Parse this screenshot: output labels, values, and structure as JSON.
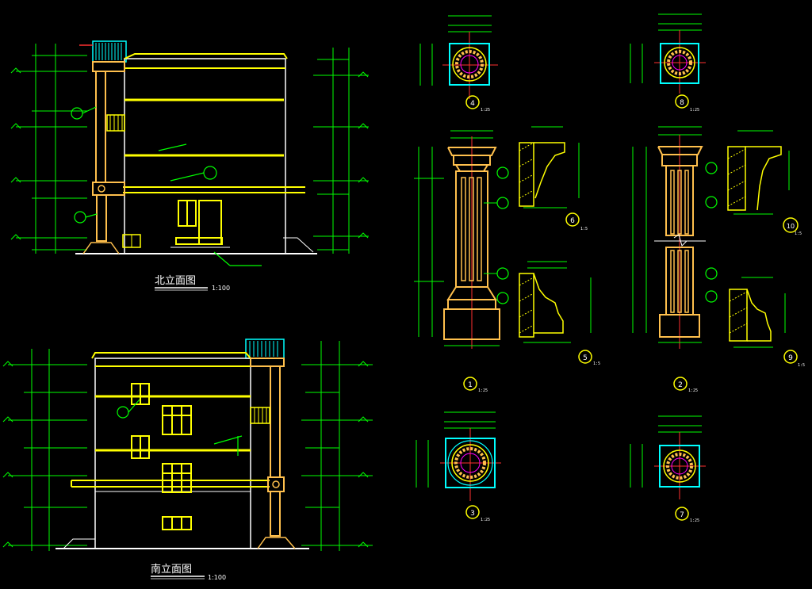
{
  "colors": {
    "background": "#000000",
    "dimension_green": "#00ff00",
    "outline_yellow": "#ffff00",
    "column_orange": "#ffc04d",
    "wall_white": "#ffffff",
    "tile_cyan": "#00ffff",
    "axis_red": "#ff3030",
    "accent_magenta": "#ff00ff"
  },
  "elevations": {
    "top": {
      "title": "北立面图",
      "scale": "1:100"
    },
    "bottom": {
      "title": "南立面图",
      "scale": "1:100"
    }
  },
  "details": {
    "col_1": {
      "num": "1",
      "scale": "1:25"
    },
    "col_2": {
      "num": "2",
      "scale": "1:25"
    },
    "sec_3": {
      "num": "3",
      "scale": "1:25"
    },
    "sec_4": {
      "num": "4",
      "scale": "1:25"
    },
    "sec_5": {
      "num": "5",
      "scale": "1:5"
    },
    "sec_6": {
      "num": "6",
      "scale": "1:5"
    },
    "sec_7": {
      "num": "7",
      "scale": "1:25"
    },
    "sec_8": {
      "num": "8",
      "scale": "1:25"
    },
    "sec_9": {
      "num": "9",
      "scale": "1:5"
    },
    "sec_10": {
      "num": "10",
      "scale": "1:5"
    }
  }
}
